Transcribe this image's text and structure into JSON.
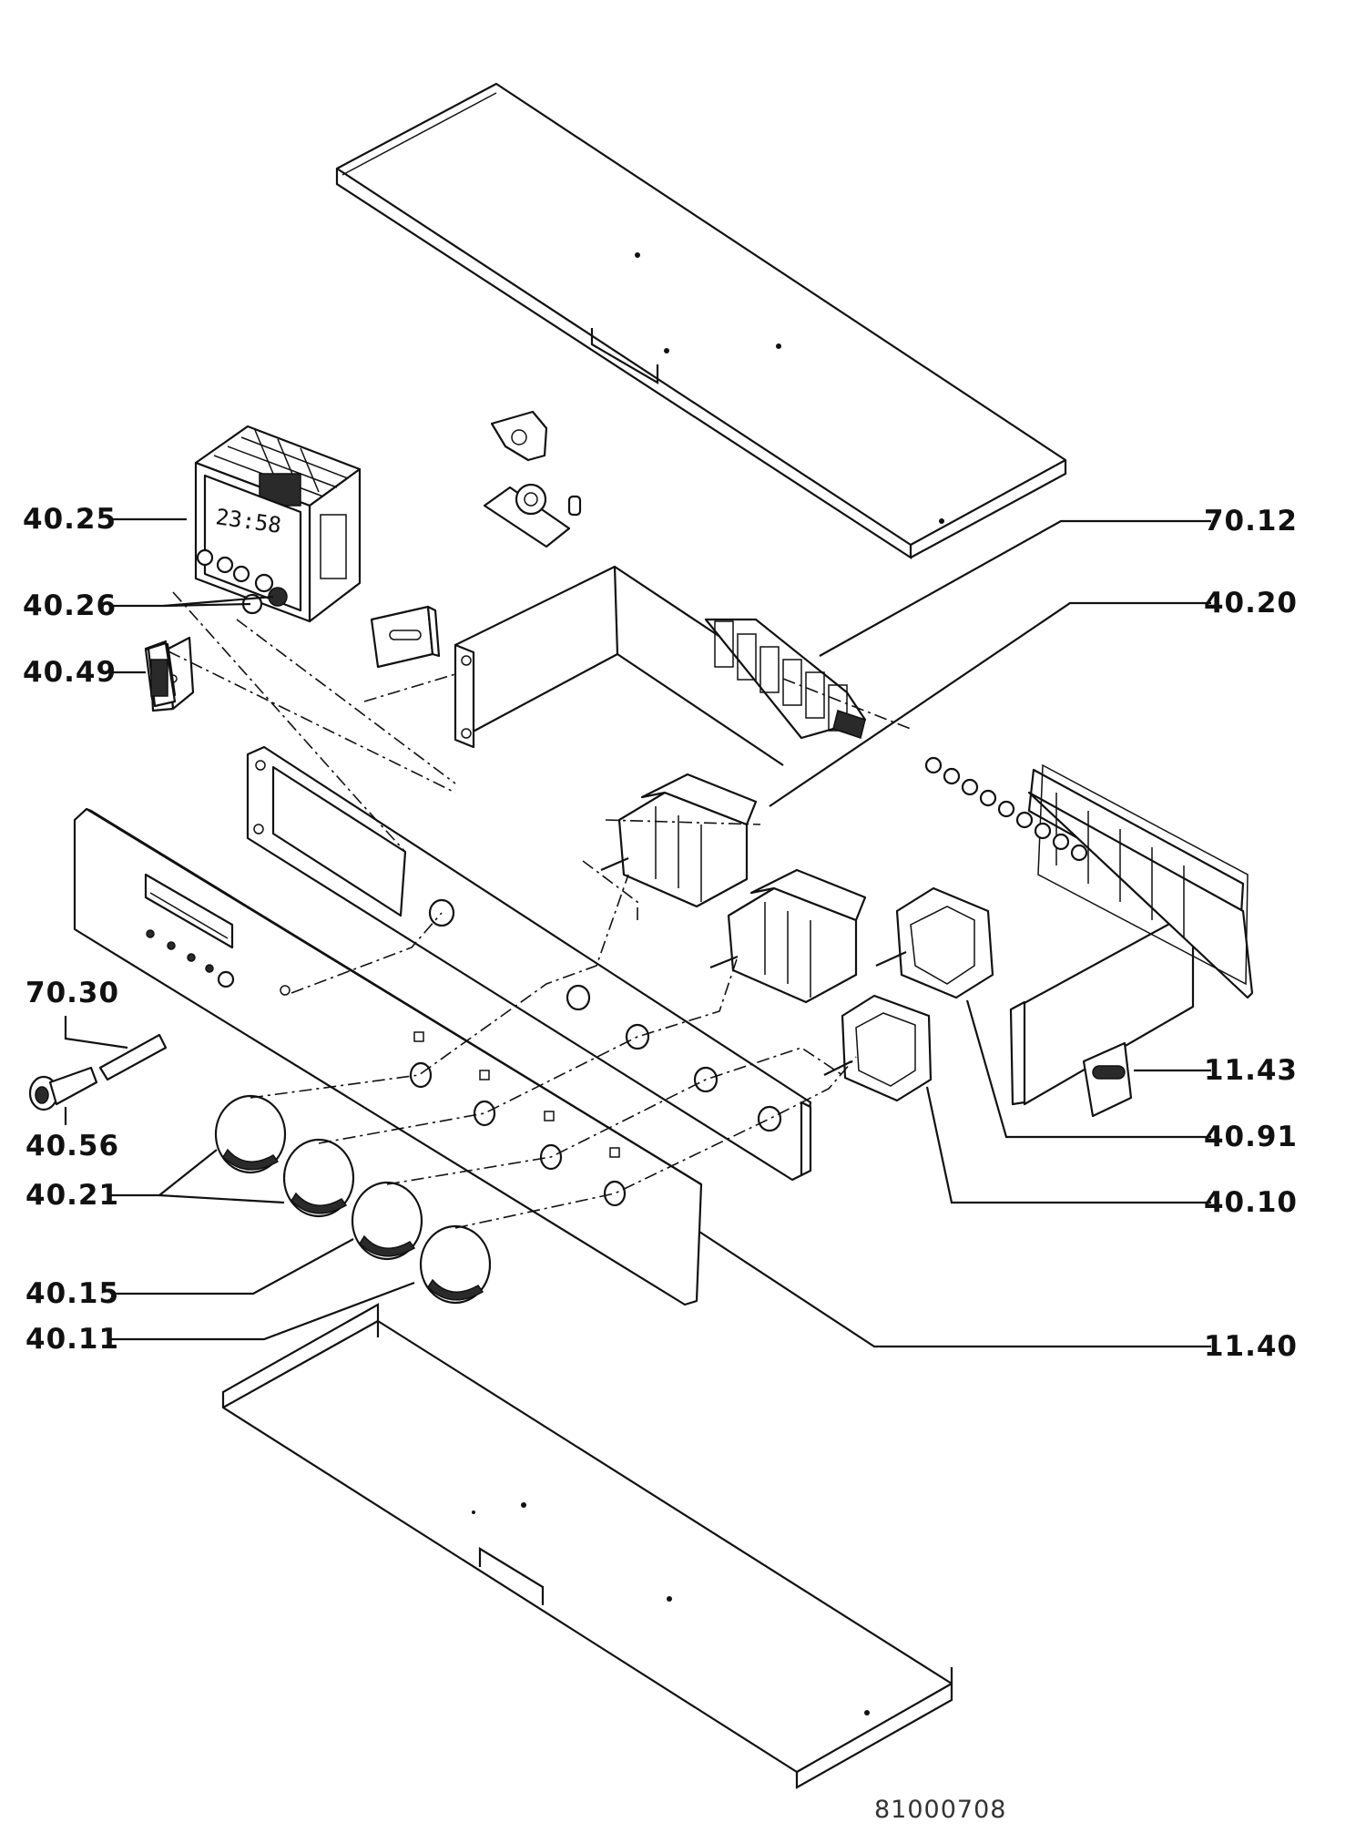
{
  "labels": [
    {
      "id": "clock-timer",
      "text": "40.25"
    },
    {
      "id": "clock-knobs",
      "text": "40.26"
    },
    {
      "id": "clock-bracket",
      "text": "40.49"
    },
    {
      "id": "indicator-lamp",
      "text": "70.30"
    },
    {
      "id": "lamp-holder",
      "text": "40.56"
    },
    {
      "id": "control-knobs",
      "text": "40.21"
    },
    {
      "id": "knob-3",
      "text": "40.15"
    },
    {
      "id": "knob-4",
      "text": "40.11"
    },
    {
      "id": "terminal-block",
      "text": "70.12"
    },
    {
      "id": "selector-switches",
      "text": "40.20"
    },
    {
      "id": "cable-clamp",
      "text": "11.43"
    },
    {
      "id": "energy-regulator",
      "text": "40.91"
    },
    {
      "id": "regulator-switch",
      "text": "40.10"
    },
    {
      "id": "front-panel",
      "text": "11.40"
    }
  ],
  "clock_display": "23:58",
  "drawing_code": "81000708",
  "colors": {
    "ink": "#111111",
    "paper": "#ffffff"
  }
}
